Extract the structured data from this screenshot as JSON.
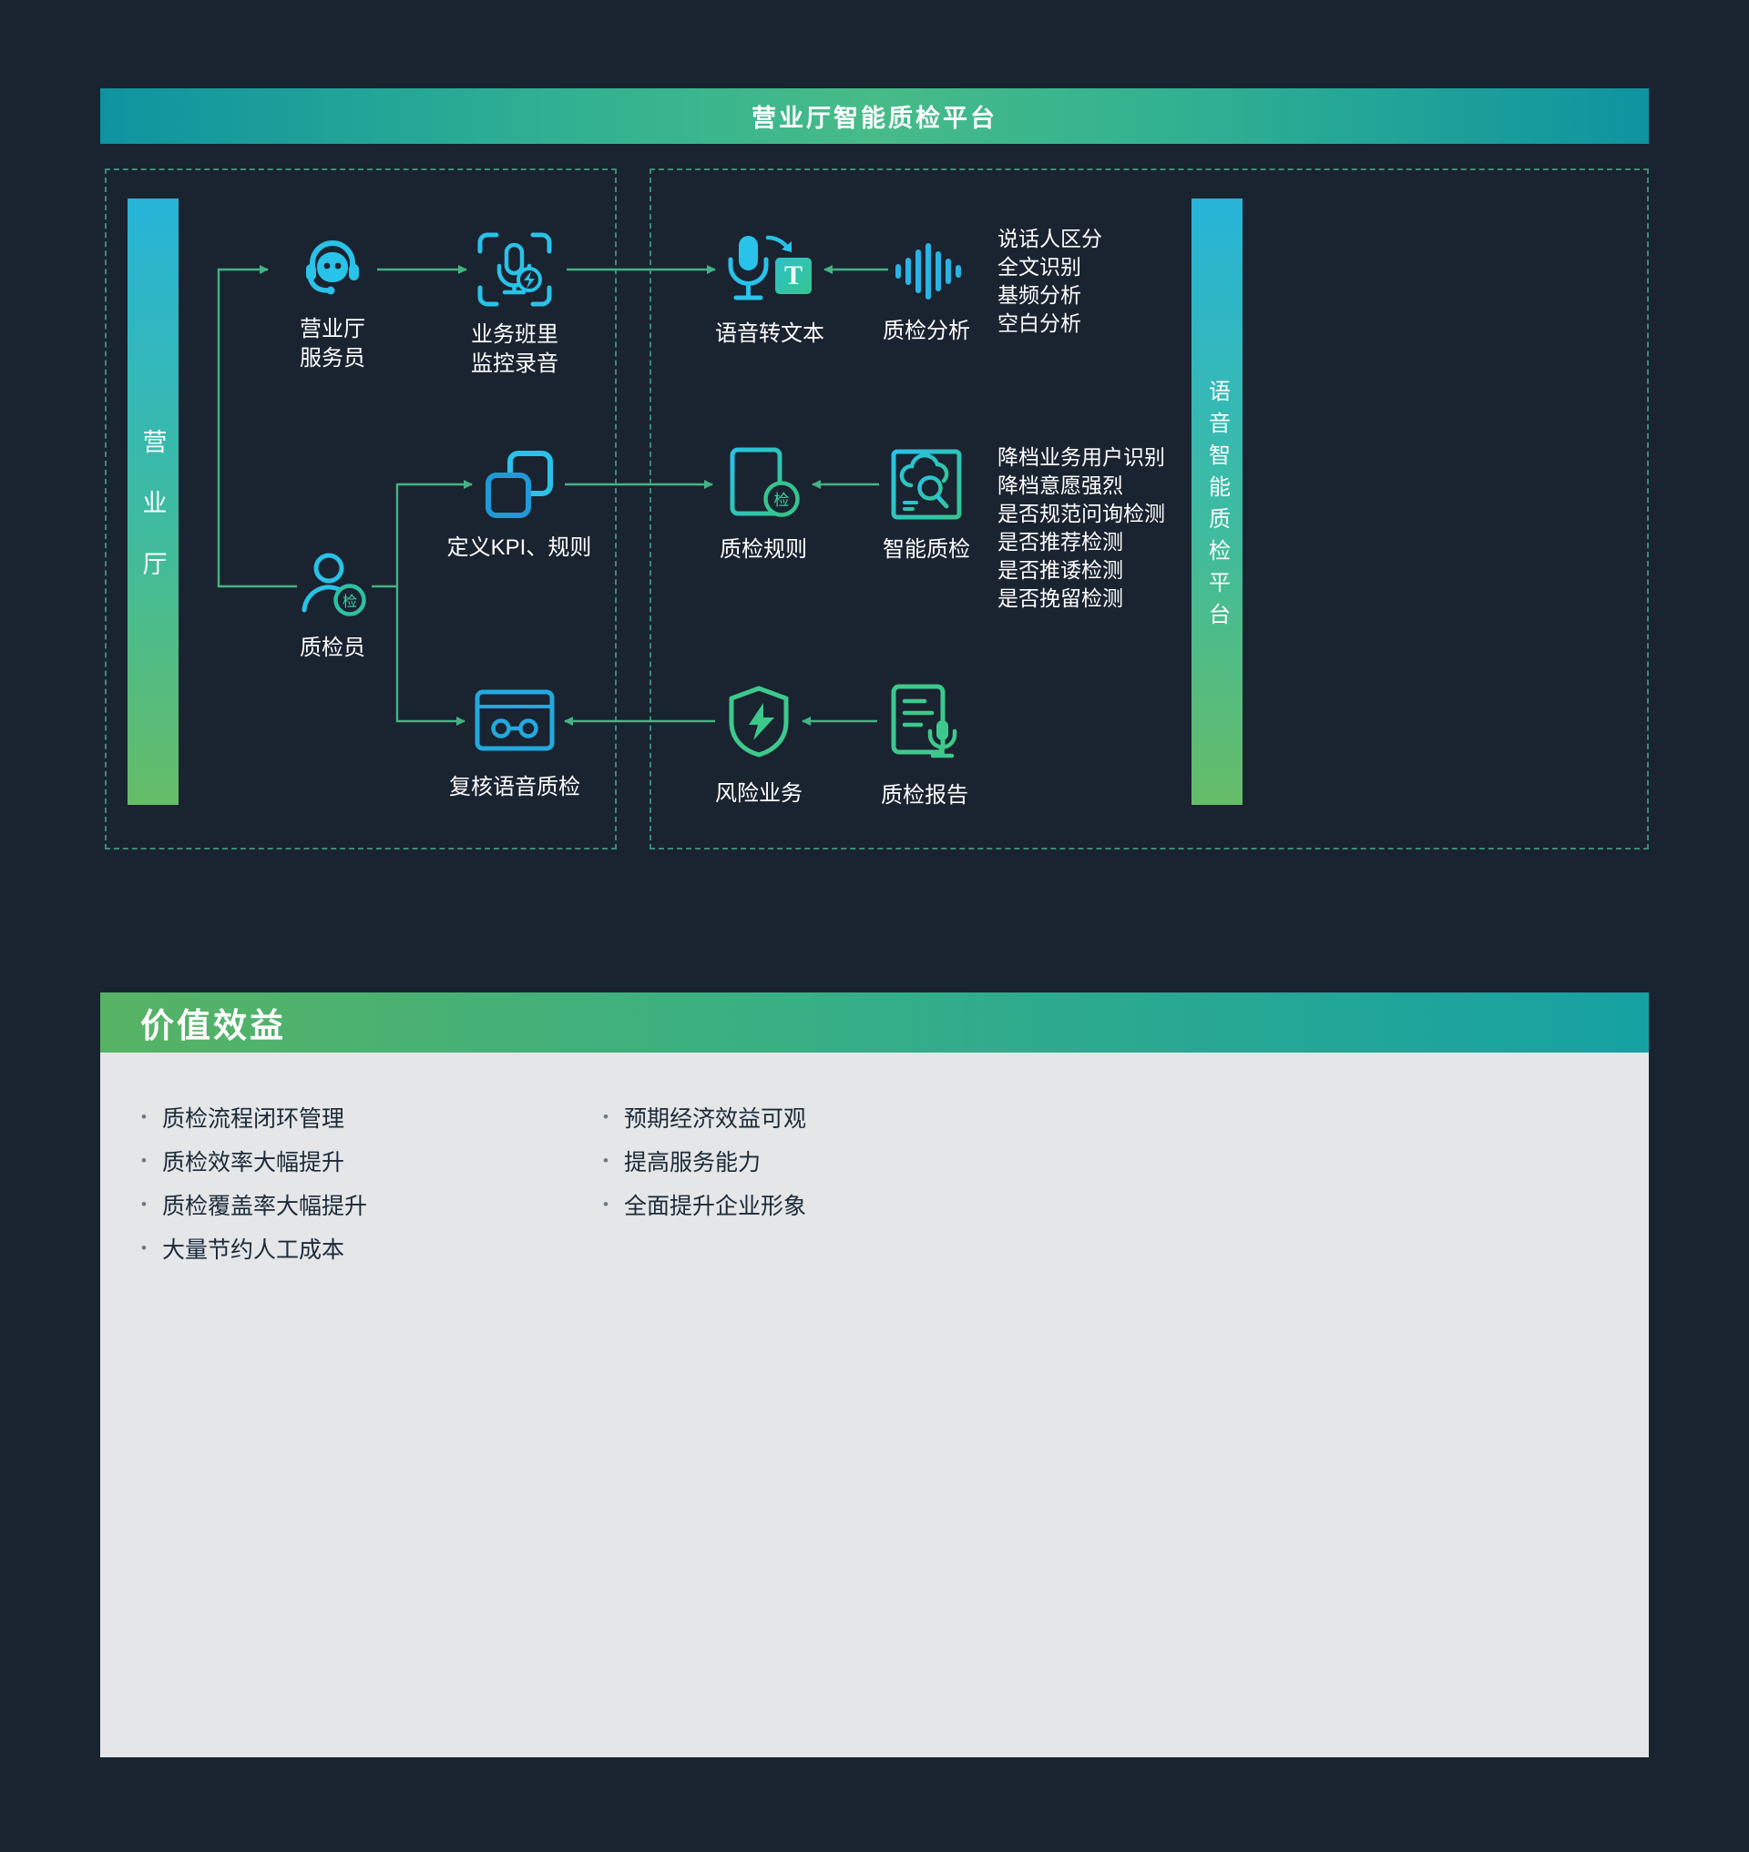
{
  "header": {
    "title": "营业厅智能质检平台"
  },
  "panels": {
    "left_bar_label": "营业厅",
    "right_bar_label": "语音智能质检平台"
  },
  "nodes": {
    "agent": {
      "line1": "营业厅",
      "line2": "服务员"
    },
    "monitor": {
      "line1": "业务班里",
      "line2": "监控录音"
    },
    "stt": {
      "label": "语音转文本",
      "t_glyph": "T"
    },
    "analysis": {
      "label": "质检分析"
    },
    "kpi": {
      "label": "定义KPI、规则"
    },
    "rules": {
      "label": "质检规则",
      "badge": "检"
    },
    "smartqc": {
      "label": "智能质检"
    },
    "inspector": {
      "label": "质检员",
      "badge": "检"
    },
    "review": {
      "label": "复核语音质检"
    },
    "risk": {
      "label": "风险业务"
    },
    "report": {
      "label": "质检报告"
    }
  },
  "feature_lists": {
    "analysis": [
      "说话人区分",
      "全文识别",
      "基频分析",
      "空白分析"
    ],
    "smartqc": [
      "降档业务用户识别",
      "降档意愿强烈",
      "是否规范问询检测",
      "是否推荐检测",
      "是否推诿检测",
      "是否挽留检测"
    ]
  },
  "benefits": {
    "title": "价值效益",
    "left_items": [
      "质检流程闭环管理",
      "质检效率大幅提升",
      "质检覆盖率大幅提升",
      "大量节约人工成本"
    ],
    "right_items": [
      "预期经济效益可观",
      "提高服务能力",
      "全面提升企业形象"
    ]
  },
  "colors": {
    "background": "#1a2330",
    "cyan": "#29c2e8",
    "green": "#3ec98c",
    "arrow": "#44b384",
    "benefits_panel": "#e4e6e8"
  }
}
